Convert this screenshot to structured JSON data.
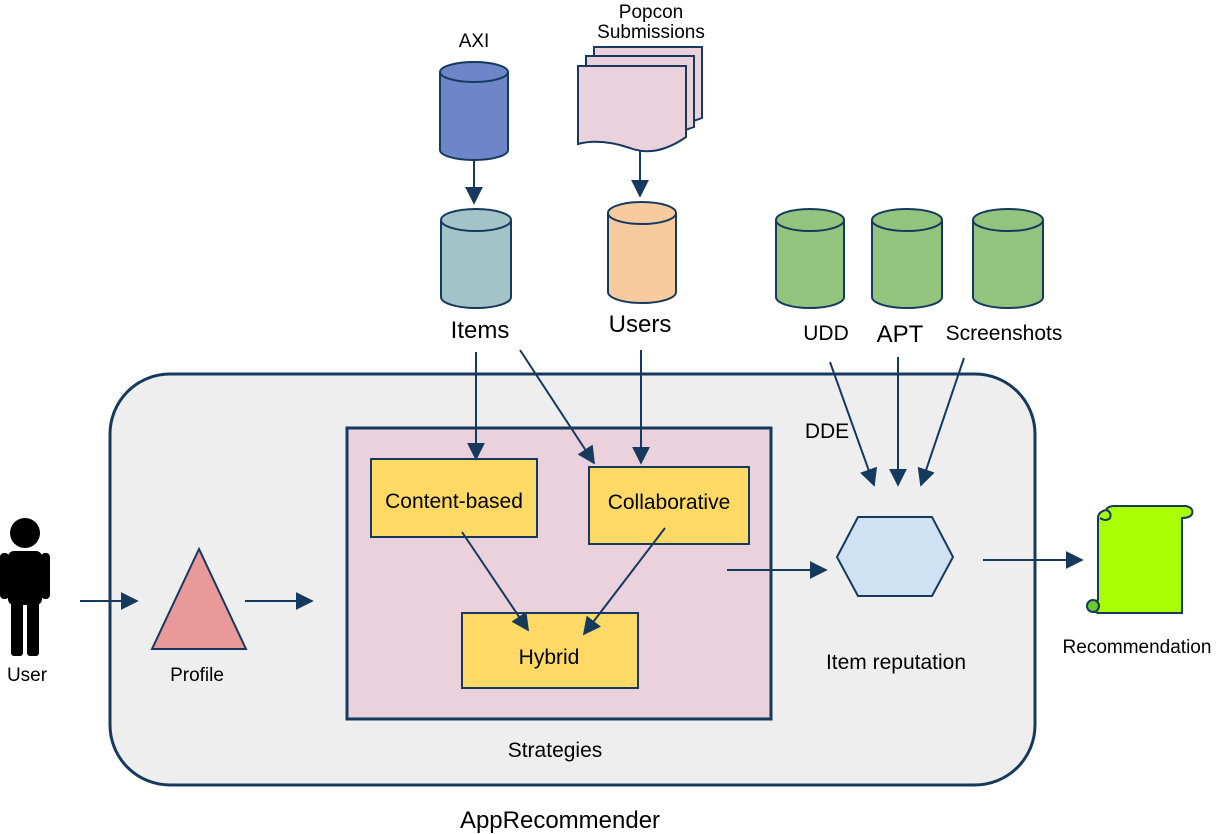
{
  "sources": {
    "axi": "AXI",
    "popcon": [
      "Popcon",
      "Submissions"
    ]
  },
  "stores": {
    "items": "Items",
    "users": "Users",
    "udd": "UDD",
    "apt": "APT",
    "screenshots": "Screenshots"
  },
  "dde_label": "DDE",
  "strategies": {
    "content_based": "Content-based",
    "collaborative": "Collaborative",
    "hybrid": "Hybrid",
    "title": "Strategies"
  },
  "user_label": "User",
  "profile_label": "Profile",
  "item_reputation_label": "Item reputation",
  "recommendation_label": "Recommendation",
  "app_title": "AppRecommender",
  "colors": {
    "line": "#16395e",
    "axi_db": "#6e85c8",
    "items_db": "#a4c3c8",
    "users_db": "#f8cb9f",
    "green_db": "#92c47d",
    "popcon_doc": "#ead1dc",
    "container": "#eeeeee",
    "strategies_bg": "#ead1dc",
    "strategy_box": "#ffd966",
    "profile": "#ea9999",
    "hexagon": "#cfe2f3",
    "scroll": "#aaff00"
  }
}
